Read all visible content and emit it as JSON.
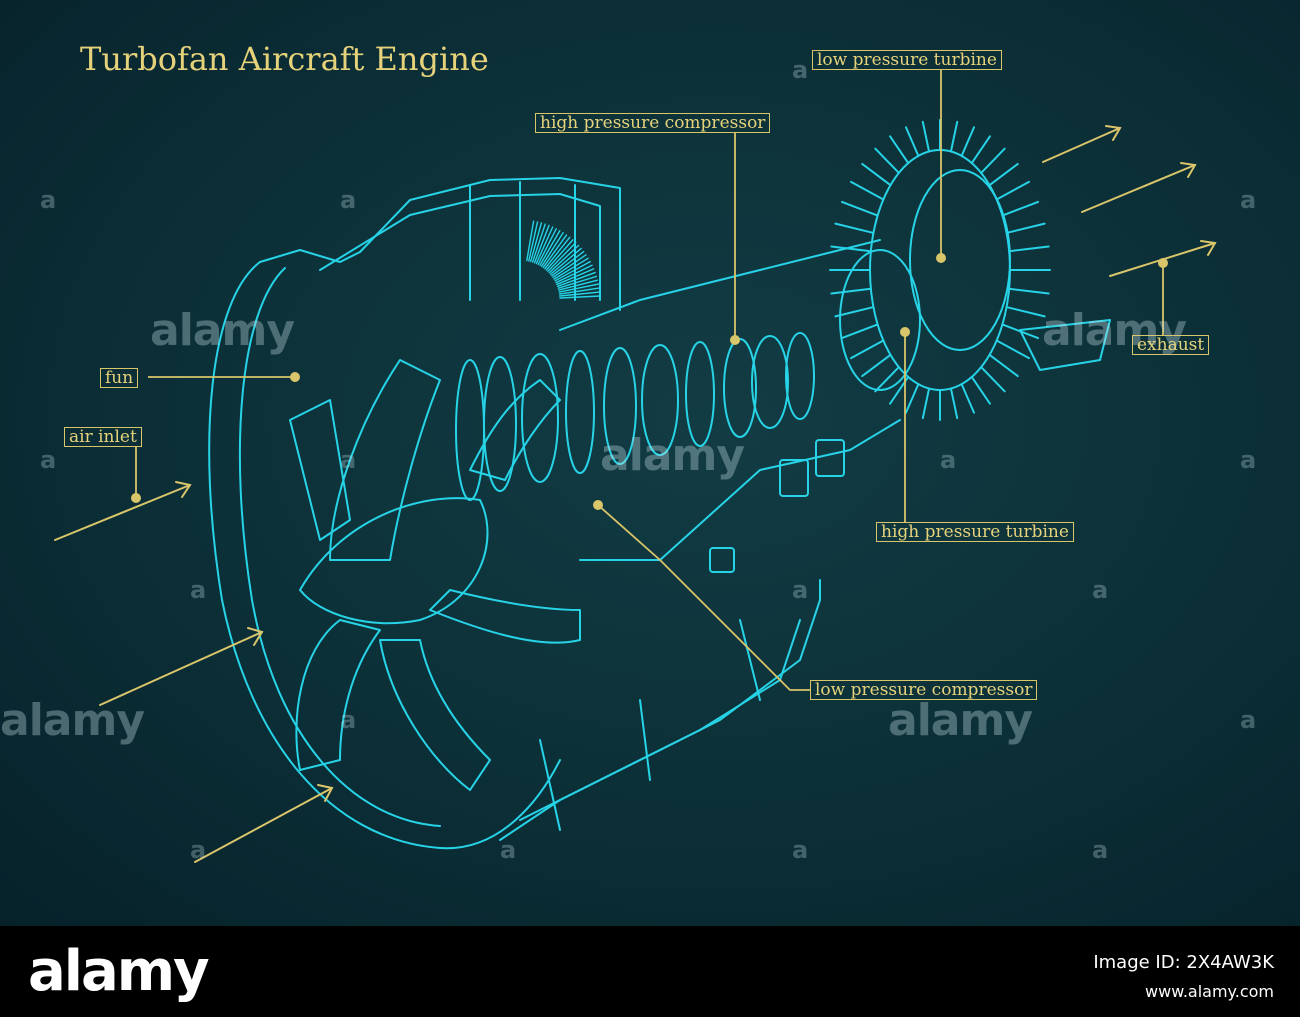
{
  "title": "Turbofan Aircraft Engine",
  "colors": {
    "background": "#0c2f37",
    "linework": "#27d3e6",
    "labels": "#e6d27a"
  },
  "labels": {
    "low_pressure_turbine": "low pressure turbine",
    "high_pressure_compressor": "high pressure compressor",
    "fun": "fun",
    "air_inlet": "air inlet",
    "exhaust": "exhaust",
    "high_pressure_turbine": "high pressure turbine",
    "low_pressure_compressor": "low pressure compressor"
  },
  "watermark": {
    "brand": "alamy",
    "mark": "a"
  },
  "footer": {
    "logo": "alamy",
    "image_id": "Image ID: 2X4AW3K",
    "url": "www.alamy.com"
  }
}
